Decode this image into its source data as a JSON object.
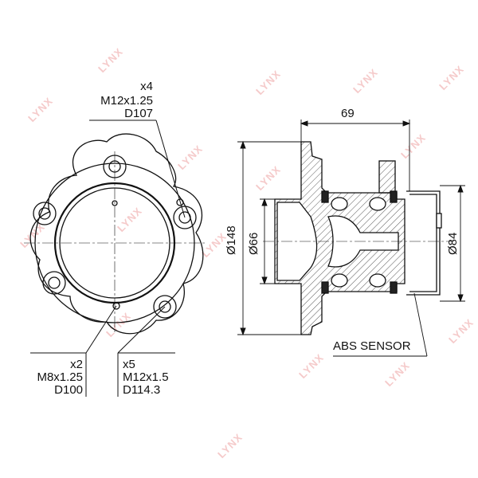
{
  "watermark": "LYNX",
  "callouts": {
    "top": {
      "count": "x4",
      "thread": "M12x1.25",
      "diameter": "D107"
    },
    "bottom_left": {
      "count": "x2",
      "thread": "M8x1.25",
      "diameter": "D100"
    },
    "bottom_right": {
      "count": "x5",
      "thread": "M12x1.5",
      "diameter": "D114.3"
    }
  },
  "dimensions": {
    "width": "69",
    "outer": "Ø148",
    "bore": "Ø66",
    "flange": "Ø84"
  },
  "sensor_label": "ABS SENSOR"
}
